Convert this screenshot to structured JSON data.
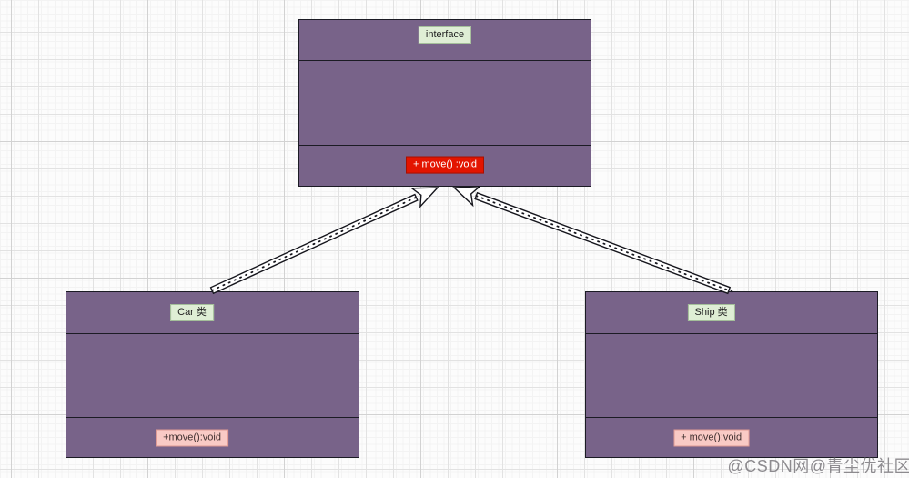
{
  "diagram": {
    "type": "uml-class-diagram",
    "classes": {
      "interface": {
        "title": "interface",
        "method": "+ move() :void"
      },
      "car": {
        "title": "Car 类",
        "method": "+move():void"
      },
      "ship": {
        "title": "Ship 类",
        "method": "+ move():void"
      }
    },
    "relations": [
      {
        "from": "Car 类",
        "to": "interface",
        "type": "realization-dashed-hollow-arrow"
      },
      {
        "from": "Ship 类",
        "to": "interface",
        "type": "realization-dashed-hollow-arrow"
      }
    ],
    "colors": {
      "class_fill": "#786389",
      "class_border": "#1b1b24",
      "title_chip_bg": "#dfeed5",
      "title_chip_border": "#a4bf9a",
      "interface_method_bg": "#e31400",
      "interface_method_text": "#ffffff",
      "method_chip_bg": "#f9cac5",
      "method_chip_border": "#e09b94",
      "method_chip_text": "#41302f",
      "canvas_bg": "#fcfcfc",
      "grid_minor": "#f3f3f3",
      "grid_major": "#e2e2e2"
    },
    "watermark": "@CSDN网@青尘优社区"
  }
}
